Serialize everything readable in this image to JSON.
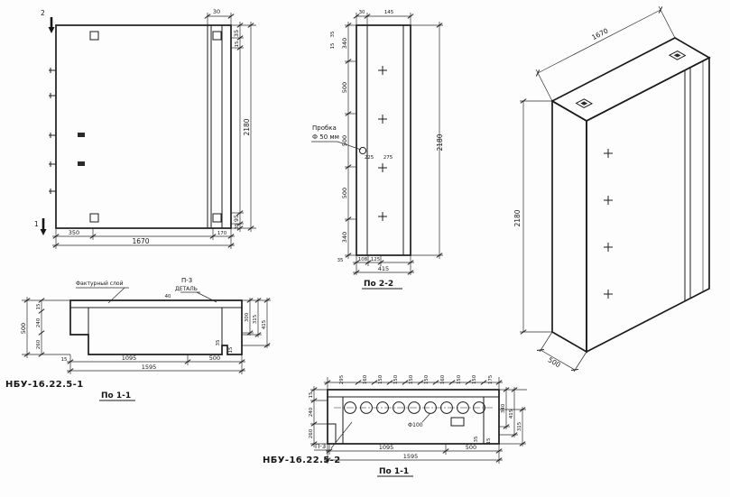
{
  "front_view": {
    "marker_top": "2",
    "marker_bottom": "1",
    "dim_top_30": "30",
    "dim_right_35": "35",
    "dim_right_15": "15",
    "dim_right_overall": "2180",
    "dim_right_95": "95",
    "dim_right_b35": "35",
    "dim_bottom_350": "350",
    "dim_bottom_170": "170",
    "dim_bottom_overall": "1670"
  },
  "section_2_2": {
    "label": "По 2-2",
    "plug_line1": "Пробка",
    "plug_line2": "Ф 50 мм",
    "dim_top_30": "30",
    "dim_top_145": "145",
    "dim_left_35": "35",
    "dim_left_15": "15",
    "left_dims": [
      "340",
      "500",
      "500",
      "500",
      "340"
    ],
    "inner_dims": [
      "225",
      "275"
    ],
    "dim_bottom_35": "35",
    "bottom_dims": [
      "108",
      "125"
    ],
    "dim_bottom_overall": "415",
    "dim_right_overall": "2180"
  },
  "isometric_view": {
    "dim_width": "1670",
    "dim_height": "2180",
    "dim_depth": "500"
  },
  "section_1_1_a": {
    "mark": "НБУ-16.22.5-1",
    "label": "По 1-1",
    "note_facing_layer": "Фактурный слой",
    "note_detail_ref": "П-3",
    "note_detail_word": "ДЕТАЛЬ",
    "dim_top_40": "40",
    "dim_left_overall": "500",
    "left_dims": [
      "15",
      "240",
      "260"
    ],
    "right_dims": [
      "300",
      "315",
      "415"
    ],
    "dim_step_35": "35",
    "dim_step_15": "15",
    "dim_bottom_15": "15",
    "dim_bottom_1095": "1095",
    "dim_bottom_500": "500",
    "dim_bottom_overall": "1595"
  },
  "section_1_1_b": {
    "mark": "НБУ-16.22.5-2",
    "label": "По 1-1",
    "note_holes": "Ф100",
    "note_detail_ref": "П-3",
    "top_dims": [
      "295",
      "160",
      "150",
      "150",
      "150",
      "150",
      "160",
      "150",
      "150",
      "175"
    ],
    "left_dims": [
      "15",
      "240",
      "260"
    ],
    "right_dims": [
      "340",
      "415",
      "315"
    ],
    "dim_step_35": "35",
    "dim_step_15": "15",
    "dim_bottom_1095": "1095",
    "dim_bottom_500": "500",
    "dim_bottom_overall": "1595"
  }
}
